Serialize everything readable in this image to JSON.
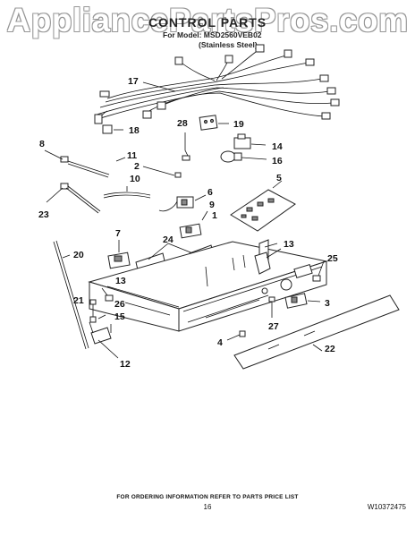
{
  "watermark": "AppliancePartsPros.com",
  "header": {
    "title": "CONTROL PARTS",
    "model_line": "For Model: MSD2560VEB02",
    "variant": "(Stainless Steel)"
  },
  "callouts": {
    "c1": "1",
    "c2": "2",
    "c3": "3",
    "c4": "4",
    "c5": "5",
    "c6": "6",
    "c7": "7",
    "c8": "8",
    "c9": "9",
    "c10": "10",
    "c11": "11",
    "c12": "12",
    "c13a": "13",
    "c13b": "13",
    "c14": "14",
    "c15": "15",
    "c16": "16",
    "c17": "17",
    "c18": "18",
    "c19": "19",
    "c20": "20",
    "c21": "21",
    "c22": "22",
    "c23": "23",
    "c24": "24",
    "c25": "25",
    "c26": "26",
    "c27": "27",
    "c28": "28"
  },
  "footer": {
    "note": "FOR ORDERING INFORMATION REFER TO PARTS PRICE LIST",
    "page": "16",
    "doc_number": "W10372475"
  }
}
